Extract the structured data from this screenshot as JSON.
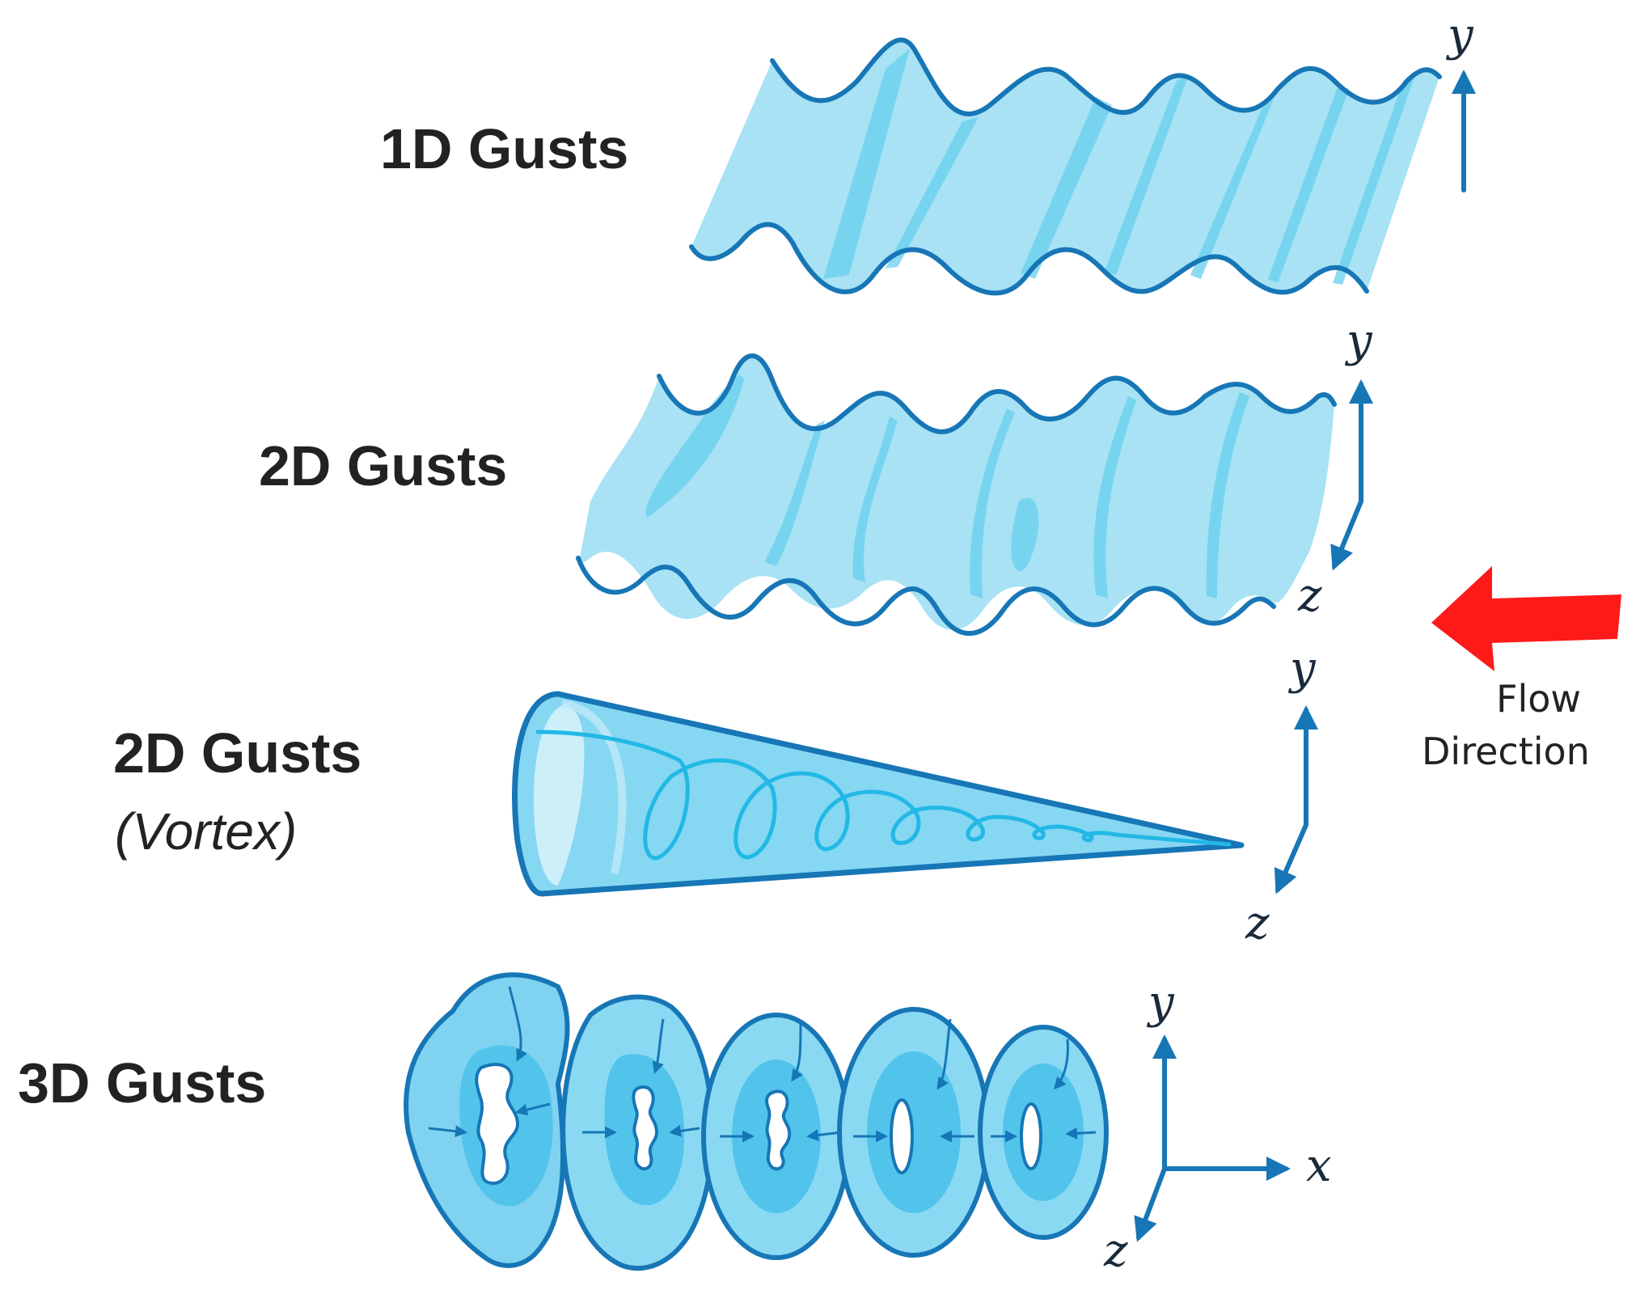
{
  "rows": {
    "gust1d": {
      "title": "1D Gusts"
    },
    "gust2d": {
      "title": "2D Gusts"
    },
    "vortex": {
      "title": "2D Gusts",
      "subtitle": "(Vortex)"
    },
    "gust3d": {
      "title": "3D Gusts"
    }
  },
  "axes": {
    "row1": {
      "y": "y"
    },
    "row2": {
      "y": "y",
      "z": "z"
    },
    "row3": {
      "y": "y",
      "z": "z"
    },
    "row4": {
      "y": "y",
      "x": "x",
      "z": "z"
    }
  },
  "flow": {
    "line1": "Flow",
    "line2": "Direction",
    "arrow_color": "#ff1a1a"
  },
  "colors": {
    "accent_blue": "#1776b6",
    "light_blue": "#a8e2f4",
    "mid_blue": "#66cfee"
  }
}
